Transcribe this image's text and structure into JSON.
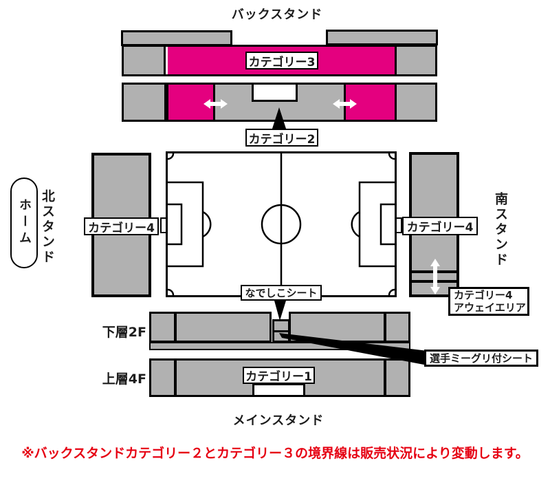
{
  "diagram": {
    "titles": {
      "back_stand": "バックスタンド",
      "main_stand": "メインスタンド"
    },
    "stands": {
      "home": "ホーム",
      "north": "北スタンド",
      "south": "南スタンド"
    },
    "categories": {
      "category1": "カテゴリー1",
      "category2": "カテゴリー2",
      "category3": "カテゴリー3",
      "category4_north": "カテゴリー4",
      "category4_south": "カテゴリー4",
      "category4_away_line1": "カテゴリー4",
      "category4_away_line2": "アウェイエリア"
    },
    "seats": {
      "nadeshiko": "なでしこシート",
      "meet_greet": "選手ミーグリ付シート"
    },
    "tiers": {
      "lower": "下層2F",
      "upper": "上層4F"
    },
    "note": "※バックスタンドカテゴリー２とカテゴリー３の境界線は販売状況により変動します。",
    "colors": {
      "seat_gray": "#b1b1b1",
      "category_pink": "#e4007f",
      "note_red": "#e60012",
      "line_black": "#000000"
    }
  }
}
